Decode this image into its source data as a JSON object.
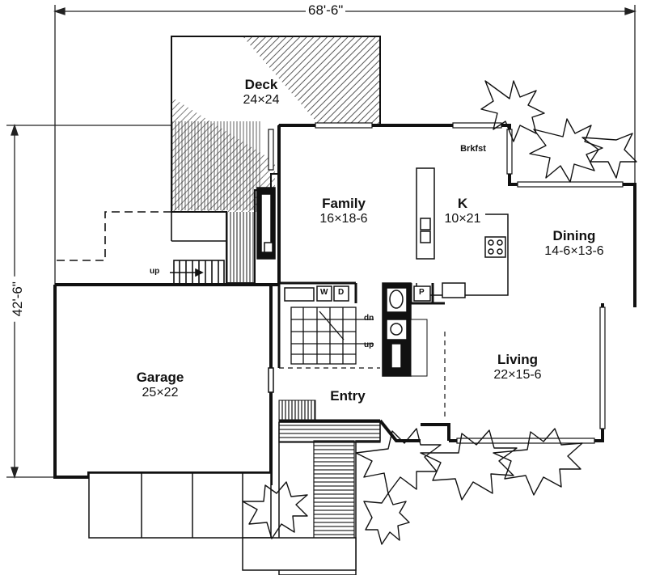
{
  "dimensions": {
    "width_label": "68'-6\"",
    "depth_label": "42'-6\""
  },
  "rooms": {
    "deck": {
      "name": "Deck",
      "size": "24×24"
    },
    "family": {
      "name": "Family",
      "size": "16×18-6"
    },
    "kitchen": {
      "name": "K",
      "size": "10×21"
    },
    "dining": {
      "name": "Dining",
      "size": "14-6×13-6"
    },
    "living": {
      "name": "Living",
      "size": "22×15-6"
    },
    "garage": {
      "name": "Garage",
      "size": "25×22"
    },
    "entry": {
      "name": "Entry"
    },
    "breakfast": {
      "name": "Brkfst"
    }
  },
  "labels": {
    "up_garage": "up",
    "stair_dn": "dn",
    "stair_up": "up",
    "washer": "W",
    "dryer": "D",
    "pantry": "P"
  }
}
